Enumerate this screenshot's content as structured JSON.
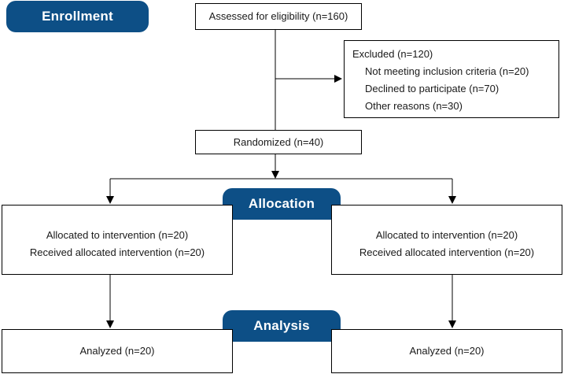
{
  "phases": {
    "enrollment": "Enrollment",
    "allocation": "Allocation",
    "analysis": "Analysis"
  },
  "eligibility": "Assessed for eligibility (n=160)",
  "excluded": {
    "title": "Excluded (n=120)",
    "reasons": [
      "Not meeting inclusion criteria (n=20)",
      "Declined to participate (n=70)",
      "Other reasons (n=30)"
    ]
  },
  "randomized": "Randomized (n=40)",
  "arms": [
    {
      "allocated": "Allocated to intervention (n=20)",
      "received": "Received allocated intervention (n=20)",
      "analyzed": "Analyzed (n=20)"
    },
    {
      "allocated": "Allocated to intervention (n=20)",
      "received": "Received allocated intervention (n=20)",
      "analyzed": "Analyzed (n=20)"
    }
  ],
  "colors": {
    "phase_fill": "#0d4f86",
    "phase_text": "#ffffff",
    "line": "#000000"
  }
}
